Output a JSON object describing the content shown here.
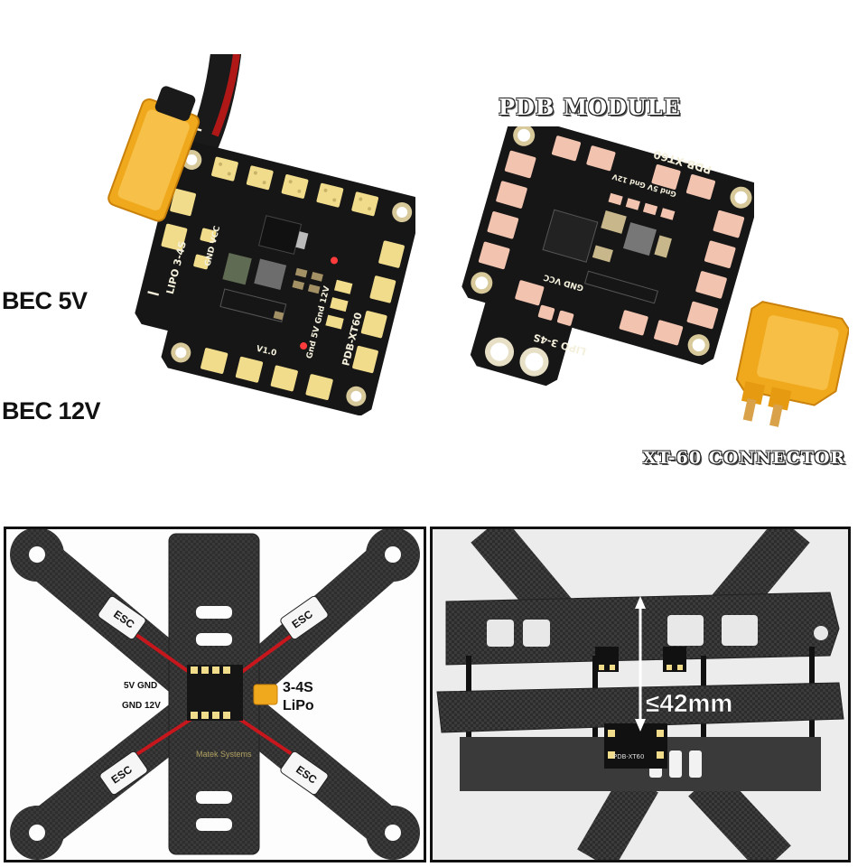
{
  "labels": {
    "pdb_module": "PDB MODULE",
    "bec_5v": "BEC 5V",
    "bec_12v": "BEC 12V",
    "xt60_connector": "XT-60 CONNECTOR"
  },
  "board_left": {
    "silk_lipo": "LIPO 3-4S",
    "silk_gnd_vcc": "GND VCC",
    "silk_model": "PDB-XT60",
    "silk_version": "V1.0",
    "silk_pins": "Gnd 5V Gnd 12V"
  },
  "board_right": {
    "silk_model": "PDB-XT60",
    "silk_lipo": "LIPO 3-4S",
    "silk_gnd_vcc": "GND VCC",
    "silk_pins": "Gnd 5V Gnd 12V"
  },
  "frame_left": {
    "esc_label": "ESC",
    "gnd_5v": "5V GND",
    "gnd_12v": "GND 12V",
    "battery": "3-4S",
    "battery_type": "LiPo",
    "watermark": "Matek Systems"
  },
  "frame_right": {
    "height_label": "≤42mm",
    "board_label": "PDB-XT60"
  },
  "colors": {
    "pcb": "#161616",
    "pad_gold": "#f1dc8c",
    "xt60_yellow": "#f0a91c",
    "carbon": "#3a3a3a",
    "esc_red": "#c8161d"
  }
}
